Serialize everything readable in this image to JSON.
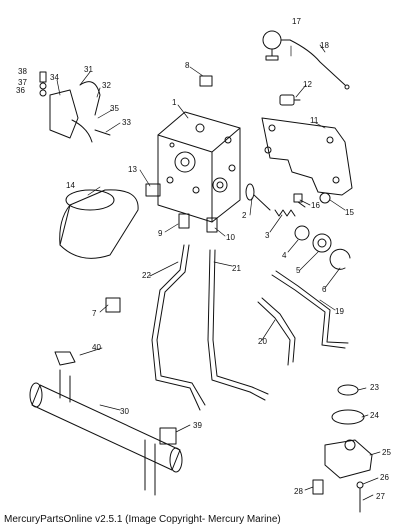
{
  "footer": "MercuryPartsOnline v2.5.1 (Image Copyright- Mercury Marine)",
  "callouts": [
    "1",
    "2",
    "3",
    "4",
    "5",
    "6",
    "7",
    "8",
    "9",
    "10",
    "11",
    "12",
    "13",
    "14",
    "15",
    "16",
    "17",
    "18",
    "19",
    "20",
    "21",
    "22",
    "23",
    "24",
    "25",
    "26",
    "27",
    "28",
    "30",
    "31",
    "32",
    "33",
    "34",
    "35",
    "36",
    "37",
    "38",
    "39",
    "40"
  ]
}
